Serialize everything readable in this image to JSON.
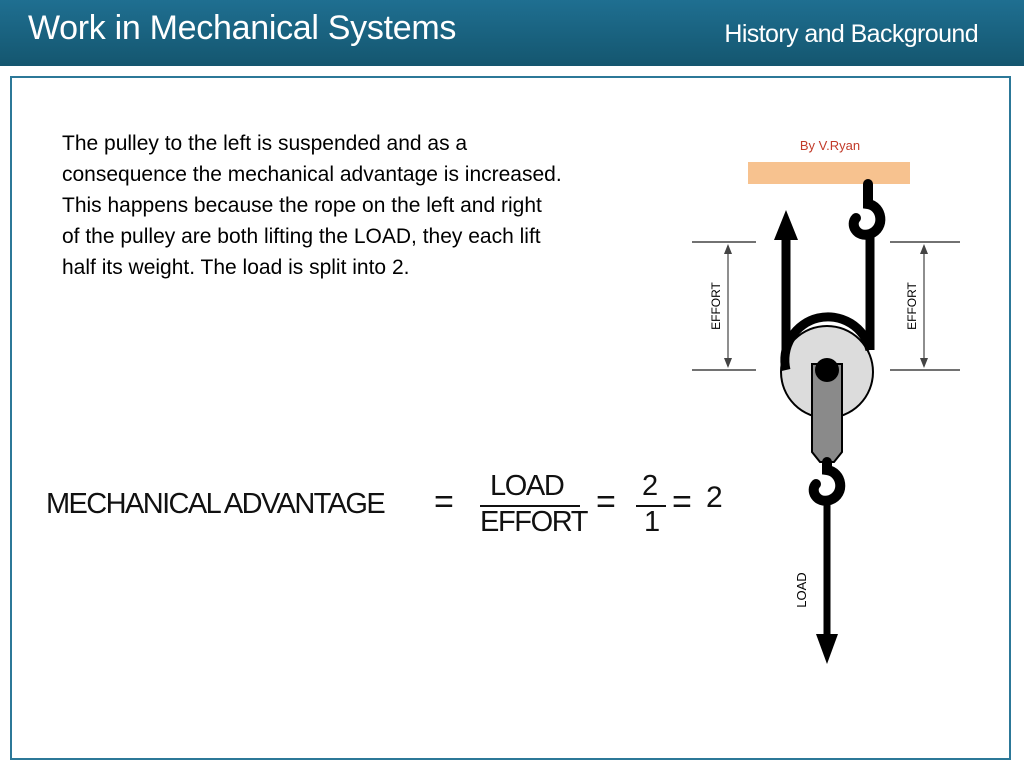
{
  "header": {
    "title": "Work in Mechanical Systems",
    "section": "History and Background"
  },
  "description": "The pulley to the left is suspended and as a consequence the mechanical advantage is increased. This happens because the rope on the left and right of the pulley are both lifting the LOAD, they each lift half its weight. The load is split into 2.",
  "formula": {
    "label": "MECHANICAL ADVANTAGE",
    "equals": "=",
    "numerator": "LOAD",
    "denominator": "EFFORT",
    "value_numerator": "2",
    "value_denominator": "1",
    "result": "2"
  },
  "diagram": {
    "credit": "By V.Ryan",
    "effort_left": "EFFORT",
    "effort_right": "EFFORT",
    "load": "LOAD",
    "colors": {
      "beam": "#f7c28f",
      "credit": "#c23b2a",
      "wheel": "#dcdcdc",
      "hanger": "#8a8a8a"
    }
  }
}
